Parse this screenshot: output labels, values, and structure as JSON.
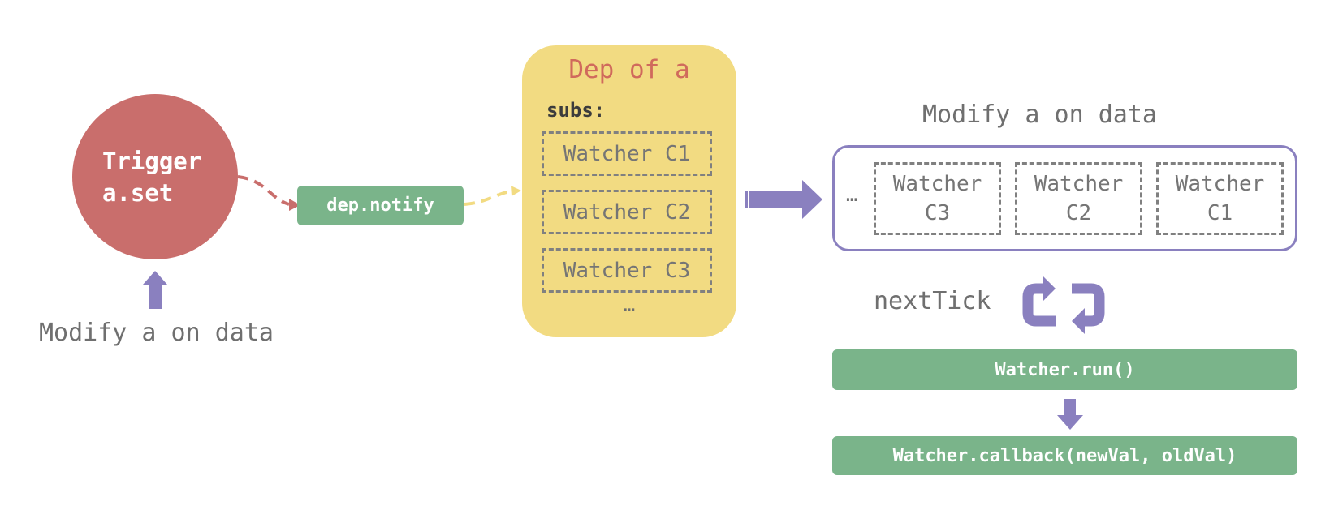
{
  "trigger": {
    "line1": "Trigger",
    "line2": "a.set"
  },
  "left_label": "Modify a on data",
  "dep_notify": "dep.notify",
  "dep": {
    "title": "Dep of a",
    "subs_label": "subs:",
    "subs": [
      "Watcher C1",
      "Watcher C2",
      "Watcher C3"
    ],
    "more": "…"
  },
  "queue": {
    "title": "Modify a on data",
    "more": "…",
    "items": [
      {
        "line1": "Watcher",
        "line2": "C3"
      },
      {
        "line1": "Watcher",
        "line2": "C2"
      },
      {
        "line1": "Watcher",
        "line2": "C1"
      }
    ]
  },
  "next_tick": "nextTick",
  "run_label": "Watcher.run()",
  "callback_label": "Watcher.callback(newVal, oldVal)",
  "colors": {
    "trigger": "#c96e6c",
    "green": "#7ab48a",
    "dep_panel": "#f2db82",
    "dep_title": "#d06a5c",
    "purple": "#8a80bf",
    "text_gray": "#6f6f6f"
  }
}
